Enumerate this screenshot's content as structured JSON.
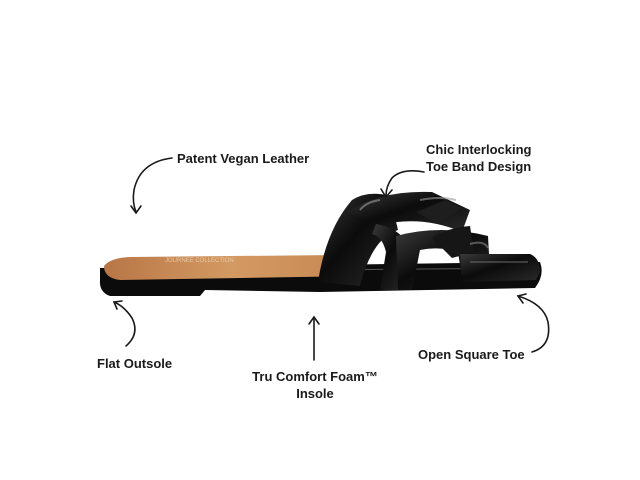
{
  "callouts": {
    "patent": {
      "text": "Patent Vegan Leather"
    },
    "chic": {
      "line1": "Chic Interlocking",
      "line2": "Toe Band Design"
    },
    "flat": {
      "text": "Flat Outsole"
    },
    "foam": {
      "line1": "Tru Comfort Foam™",
      "line2": "Insole"
    },
    "open": {
      "text": "Open Square Toe"
    }
  },
  "colors": {
    "text": "#1a1a1a",
    "patent_black": "#0d0d0d",
    "insole_tan": "#c98a55"
  }
}
